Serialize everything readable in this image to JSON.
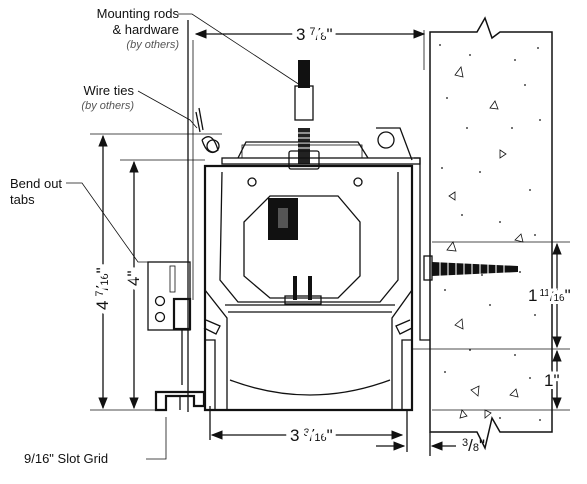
{
  "callouts": {
    "mounting": {
      "line1": "Mounting rods",
      "line2": "& hardware",
      "sub": "(by others)"
    },
    "wire_ties": {
      "line1": "Wire ties",
      "sub": "(by others)"
    },
    "bend_out": {
      "line1": "Bend out",
      "line2": "tabs"
    },
    "slot_grid": "9/16\" Slot Grid"
  },
  "dimensions": {
    "top_width": {
      "whole": "3",
      "num": "7",
      "den": "8",
      "unit": "\""
    },
    "bottom_width": {
      "whole": "3",
      "num": "3",
      "den": "16",
      "unit": "\""
    },
    "overall_height": {
      "whole": "4",
      "num": "7",
      "den": "16",
      "unit": "\""
    },
    "body_height": {
      "whole": "4",
      "unit": "\""
    },
    "screw_height": {
      "whole": "1",
      "num": "11",
      "den": "16",
      "unit": "\""
    },
    "lower_height": {
      "whole": "1",
      "unit": "\""
    },
    "wall_gap": {
      "num": "3",
      "den": "8",
      "unit": "\""
    }
  }
}
